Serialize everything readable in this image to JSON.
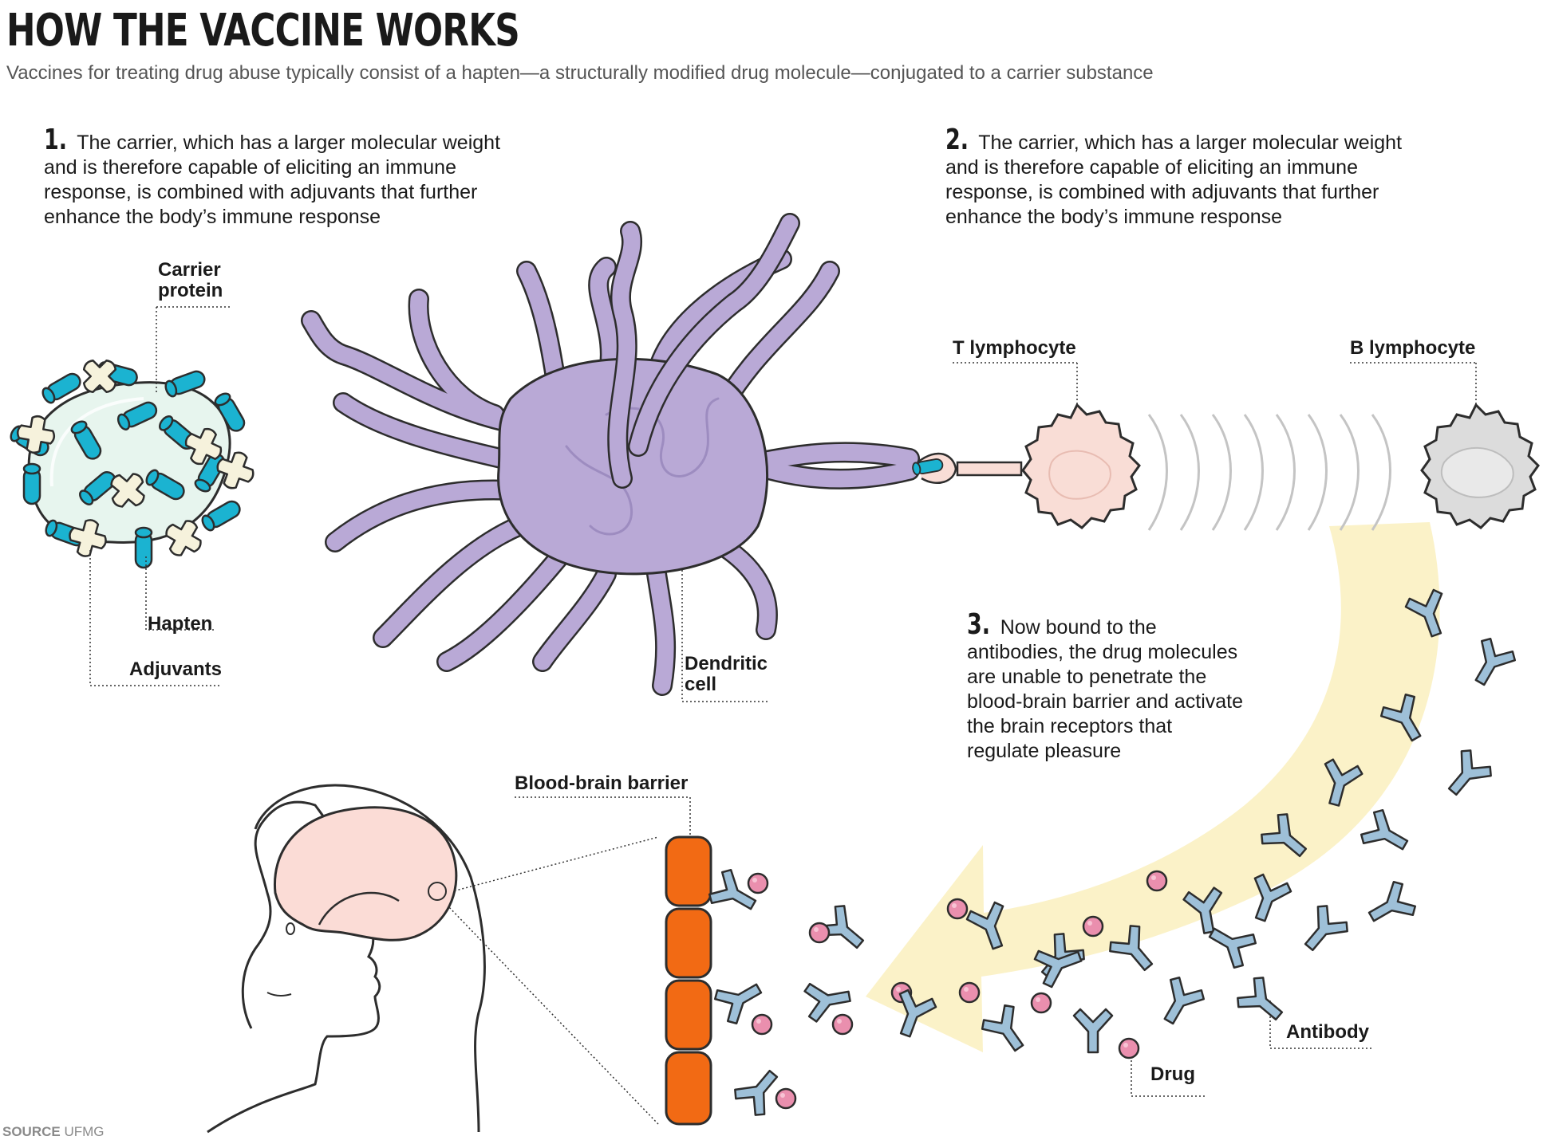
{
  "header": {
    "title": "HOW THE VACCINE WORKS",
    "subtitle": "Vaccines for treating drug abuse typically consist of a hapten—a structurally modified drug molecule—conjugated to a carrier substance"
  },
  "steps": [
    {
      "number": "1.",
      "text": "The carrier, which has a larger molecular weight and is therefore capable of eliciting an immune response, is combined with adjuvants that further enhance the body’s immune response"
    },
    {
      "number": "2.",
      "text": "The carrier, which has a larger molecular weight and is therefore capable of eliciting an immune response, is combined with adjuvants that further enhance the body’s immune response"
    },
    {
      "number": "3.",
      "text": "Now bound to the antibodies, the drug molecules are unable to penetrate the blood-brain barrier and activate the brain receptors that regulate pleasure"
    }
  ],
  "labels": {
    "carrier_protein_line1": "Carrier",
    "carrier_protein_line2": "protein",
    "hapten": "Hapten",
    "adjuvants": "Adjuvants",
    "dendritic_line1": "Dendritic",
    "dendritic_line2": "cell",
    "t_lymphocyte": "T lymphocyte",
    "b_lymphocyte": "B lymphocyte",
    "blood_brain_barrier": "Blood-brain barrier",
    "antibody": "Antibody",
    "drug": "Drug"
  },
  "source": {
    "label": "SOURCE",
    "value": "UFMG"
  },
  "colors": {
    "hapten": "#1bb3d1",
    "adjuvant": "#f6f2dc",
    "carrier_fill": "#e7f5ee",
    "dendritic": "#b9a9d6",
    "t_cell": "#f9ddd6",
    "b_cell": "#dcdcdc",
    "antibody": "#9ec0d8",
    "drug": "#ea8fae",
    "barrier": "#f26a14",
    "arrow": "#fbf2c8",
    "brain": "#fbdcd6"
  }
}
